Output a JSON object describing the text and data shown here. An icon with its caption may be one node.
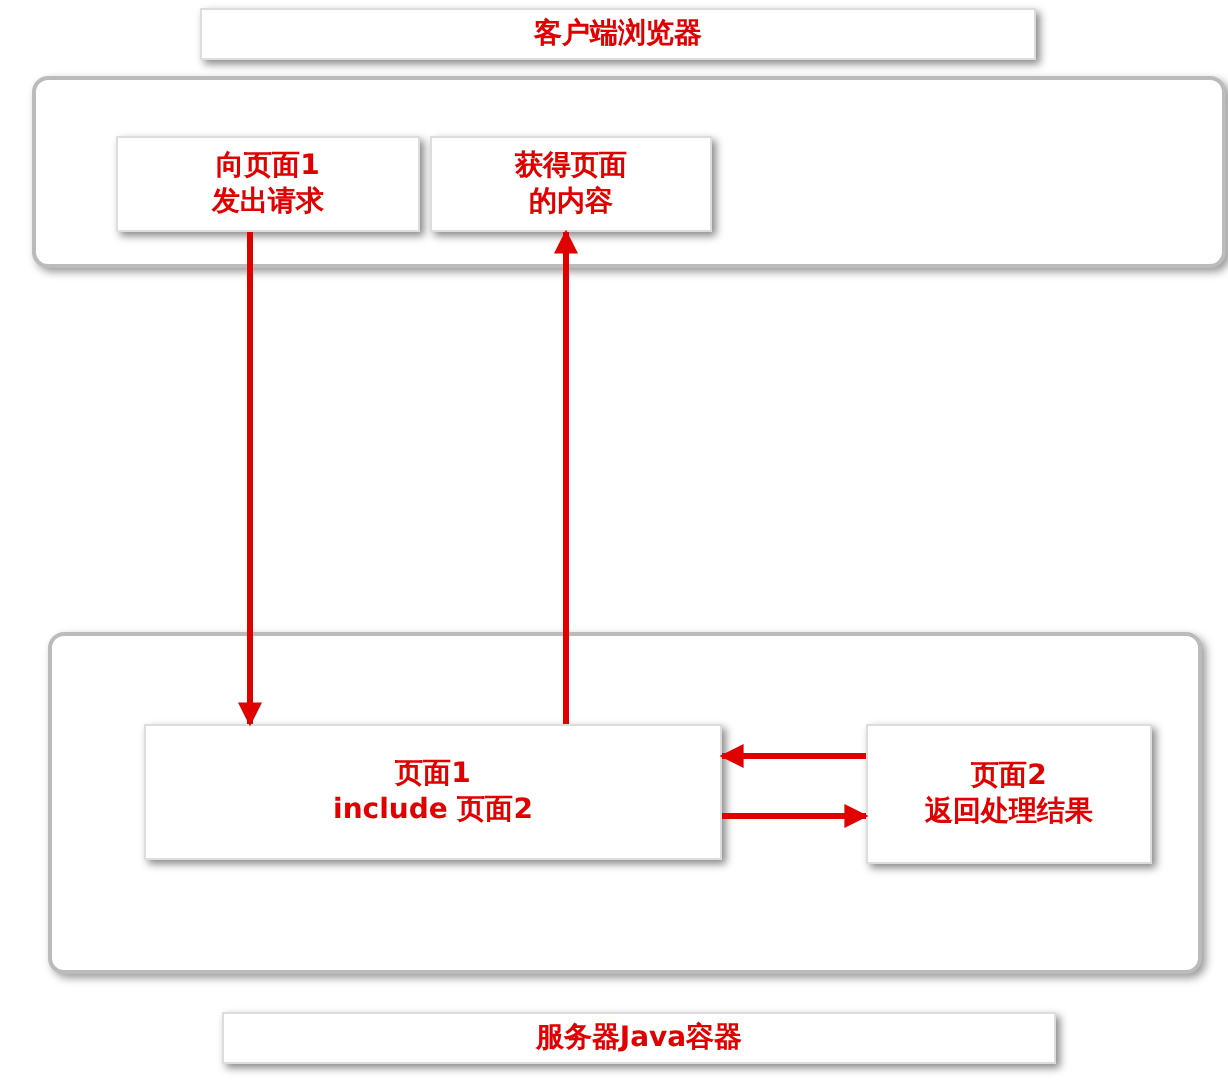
{
  "diagram": {
    "nodes": [
      {
        "text": [
          "客户端浏览器"
        ]
      },
      {
        "text": [
          "向页面1",
          "发出请求"
        ],
        "in": 0
      },
      {
        "text": [
          "获得页面",
          "的内容"
        ],
        "in": 0
      },
      {
        "text": [
          "服务器Java容器"
        ]
      },
      {
        "text": [
          "页面1",
          "include 页面2"
        ],
        "in": 3
      },
      {
        "text": [
          "页面2",
          "返回处理结果"
        ],
        "in": 3
      }
    ],
    "edges": [
      {
        "from": 1,
        "to": 4,
        "arrow": "to"
      },
      {
        "from": 4,
        "to": 2,
        "arrow": "to"
      },
      {
        "from": 5,
        "to": 4,
        "arrow": "to"
      },
      {
        "from": 4,
        "to": 5,
        "arrow": "to"
      }
    ]
  }
}
